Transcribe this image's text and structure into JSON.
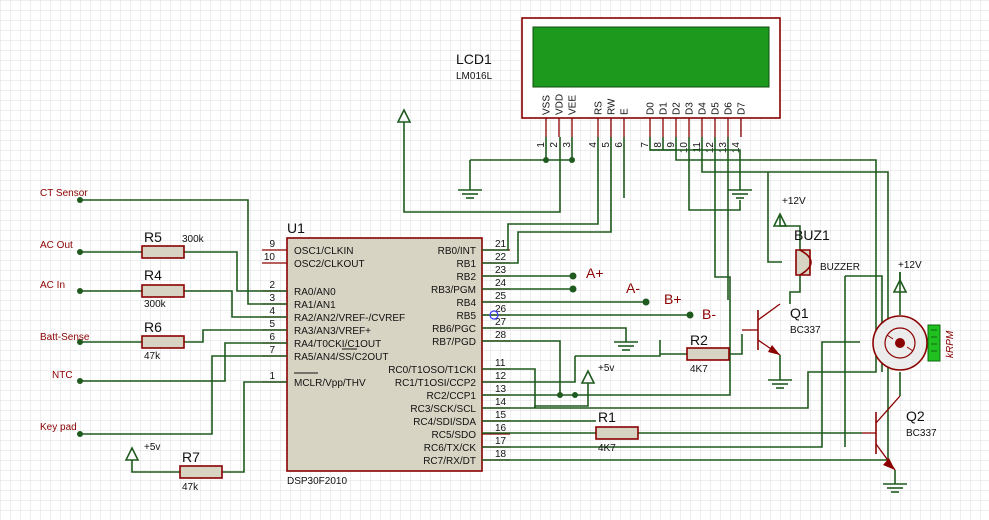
{
  "colors": {
    "background": "#ffffff",
    "grid": "#dcdcdc",
    "wire": "#1f5a1f",
    "component": "#8b0000",
    "ic_fill": "#d8d4c4",
    "lcd_screen": "#1d9a1d",
    "motor_gauge": "#20c020"
  },
  "lcd": {
    "ref": "LCD1",
    "model": "LM016L",
    "pins": [
      {
        "name": "VSS",
        "num": "1"
      },
      {
        "name": "VDD",
        "num": "2"
      },
      {
        "name": "VEE",
        "num": "3"
      },
      {
        "name": "RS",
        "num": "4"
      },
      {
        "name": "RW",
        "num": "5"
      },
      {
        "name": "E",
        "num": "6"
      },
      {
        "name": "D0",
        "num": "7"
      },
      {
        "name": "D1",
        "num": "8"
      },
      {
        "name": "D2",
        "num": "9"
      },
      {
        "name": "D3",
        "num": "10"
      },
      {
        "name": "D4",
        "num": "11"
      },
      {
        "name": "D5",
        "num": "12"
      },
      {
        "name": "D6",
        "num": "13"
      },
      {
        "name": "D7",
        "num": "14"
      }
    ]
  },
  "mcu": {
    "ref": "U1",
    "model": "DSP30F2010",
    "left_pins": [
      {
        "num": "9",
        "name": "OSC1/CLKIN"
      },
      {
        "num": "10",
        "name": "OSC2/CLKOUT"
      },
      {
        "num": "2",
        "name": "RA0/AN0"
      },
      {
        "num": "3",
        "name": "RA1/AN1"
      },
      {
        "num": "4",
        "name": "RA2/AN2/VREF-/CVREF"
      },
      {
        "num": "5",
        "name": "RA3/AN3/VREF+"
      },
      {
        "num": "6",
        "name": "RA4/T0CKI/C1OUT"
      },
      {
        "num": "7",
        "name": "RA5/AN4/SS/C2OUT"
      },
      {
        "num": "1",
        "name": "MCLR/Vpp/THV"
      }
    ],
    "right_pins": [
      {
        "num": "21",
        "name": "RB0/INT"
      },
      {
        "num": "22",
        "name": "RB1"
      },
      {
        "num": "23",
        "name": "RB2"
      },
      {
        "num": "24",
        "name": "RB3/PGM"
      },
      {
        "num": "25",
        "name": "RB4"
      },
      {
        "num": "26",
        "name": "RB5"
      },
      {
        "num": "27",
        "name": "RB6/PGC"
      },
      {
        "num": "28",
        "name": "RB7/PGD"
      },
      {
        "num": "11",
        "name": "RC0/T1OSO/T1CKI"
      },
      {
        "num": "12",
        "name": "RC1/T1OSI/CCP2"
      },
      {
        "num": "13",
        "name": "RC2/CCP1"
      },
      {
        "num": "14",
        "name": "RC3/SCK/SCL"
      },
      {
        "num": "15",
        "name": "RC4/SDI/SDA"
      },
      {
        "num": "16",
        "name": "RC5/SDO"
      },
      {
        "num": "17",
        "name": "RC6/TX/CK"
      },
      {
        "num": "18",
        "name": "RC7/RX/DT"
      }
    ]
  },
  "inputs": [
    "CT Sensor",
    "AC Out",
    "AC In",
    "Batt-Sense",
    "NTC",
    "Key pad"
  ],
  "resistors": {
    "r5": {
      "ref": "R5",
      "value": "300k"
    },
    "r4": {
      "ref": "R4",
      "value": "300k"
    },
    "r6": {
      "ref": "R6",
      "value": "47k"
    },
    "r7": {
      "ref": "R7",
      "value": "47k"
    },
    "r2": {
      "ref": "R2",
      "value": "4K7"
    },
    "r1": {
      "ref": "R1",
      "value": "4K7"
    }
  },
  "outputs": {
    "a_plus": "A+",
    "a_minus": "A-",
    "b_plus": "B+",
    "b_minus": "B-"
  },
  "power": {
    "v12_a": "+12V",
    "v12_b": "+12V",
    "v5_a": "+5v",
    "v5_b": "+5v"
  },
  "buzzer": {
    "ref": "BUZ1",
    "label": "BUZZER"
  },
  "q1": {
    "ref": "Q1",
    "model": "BC337"
  },
  "q2": {
    "ref": "Q2",
    "model": "BC337"
  },
  "motor": {
    "unit": "kRPM"
  }
}
